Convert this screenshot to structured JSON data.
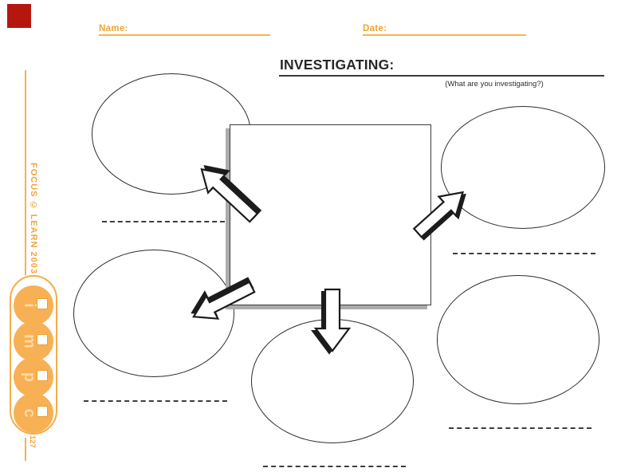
{
  "colors": {
    "accent_orange": "#F5A63B",
    "corner_marker_red": "#B5170F"
  },
  "header": {
    "name_label": "Name:",
    "date_label": "Date:"
  },
  "title": {
    "label": "INVESTIGATING:",
    "hint": "(What are you investigating?)"
  },
  "sidebar": {
    "brand_vertical_text": "FOCUS © LEARN 2003",
    "logo_letters": [
      "i",
      "m",
      "p",
      "c"
    ],
    "page_number": "127"
  }
}
